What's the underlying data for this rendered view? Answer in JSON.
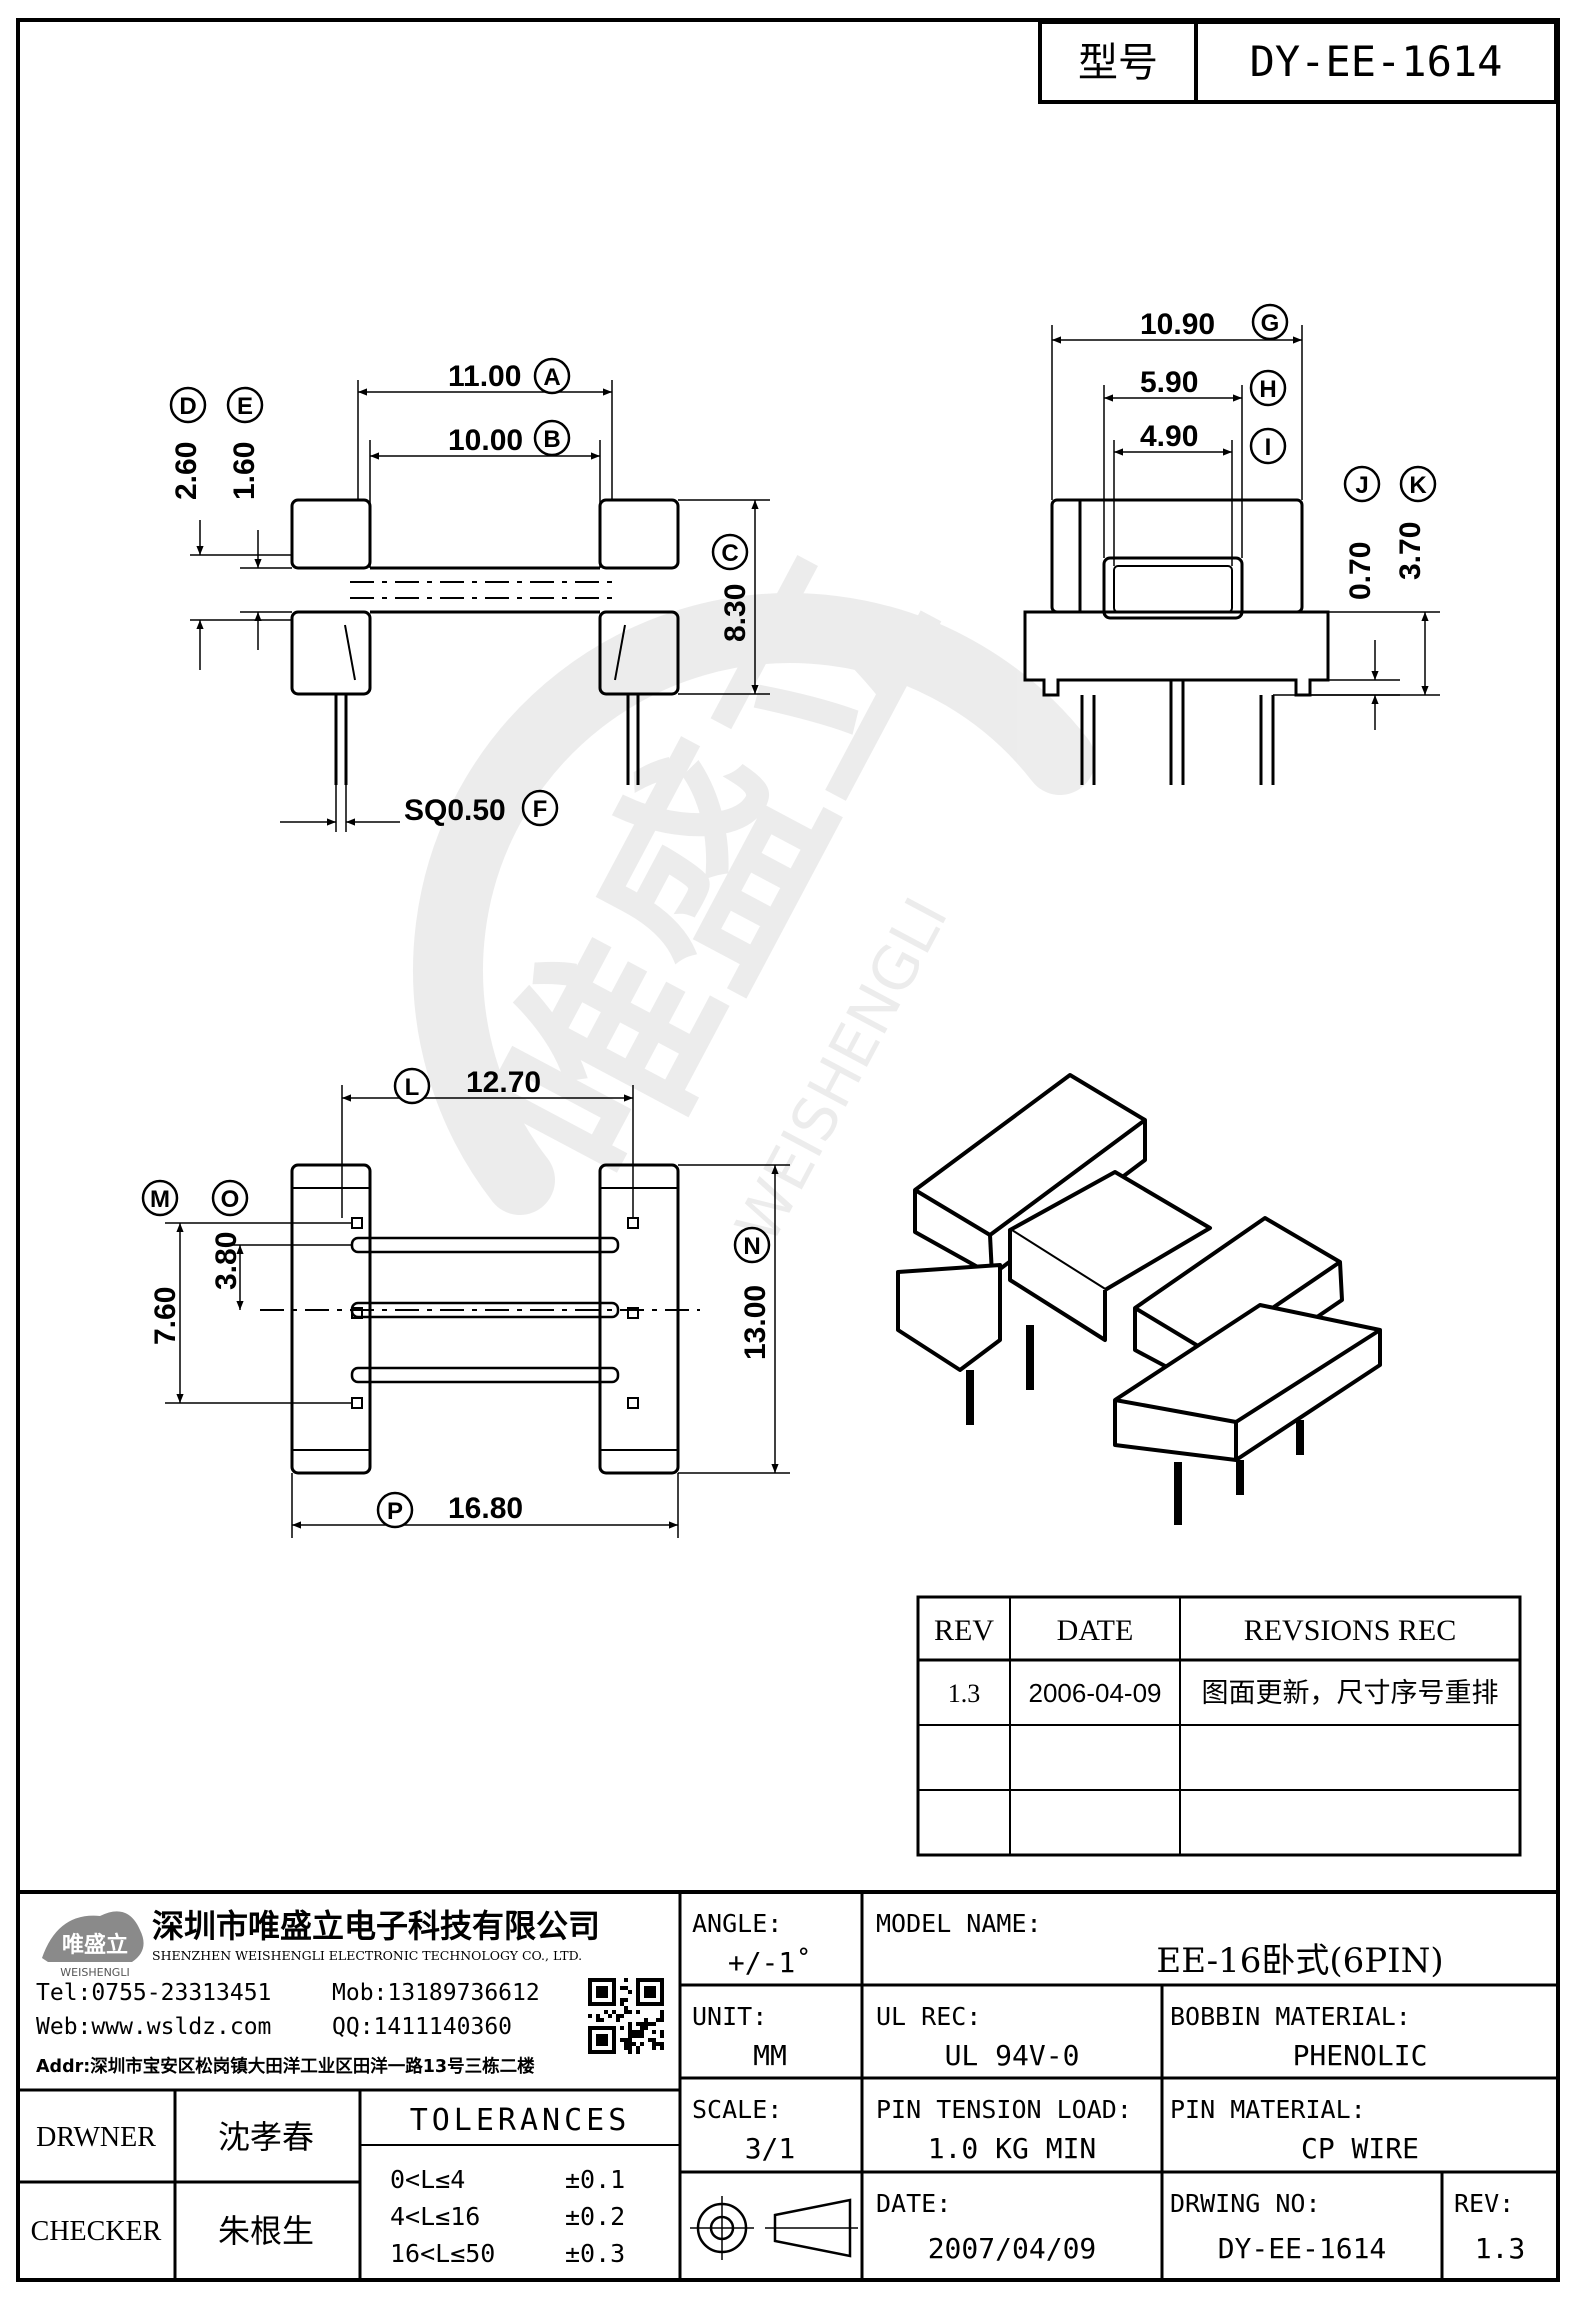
{
  "header": {
    "model_label": "型号",
    "model_value": "DY-EE-1614"
  },
  "dimensions": {
    "a": {
      "value": "11.00",
      "letter": "A"
    },
    "b": {
      "value": "10.00",
      "letter": "B"
    },
    "c": {
      "value": "8.30",
      "letter": "C"
    },
    "d": {
      "value": "2.60",
      "letter": "D"
    },
    "e": {
      "value": "1.60",
      "letter": "E"
    },
    "f": {
      "value": "SQ0.50",
      "letter": "F"
    },
    "g": {
      "value": "10.90",
      "letter": "G"
    },
    "h": {
      "value": "5.90",
      "letter": "H"
    },
    "i": {
      "value": "4.90",
      "letter": "I"
    },
    "j": {
      "value": "0.70",
      "letter": "J"
    },
    "k": {
      "value": "3.70",
      "letter": "K"
    },
    "l": {
      "value": "12.70",
      "letter": "L"
    },
    "m": {
      "value": "7.60",
      "letter": "M"
    },
    "n": {
      "value": "13.00",
      "letter": "N"
    },
    "o": {
      "value": "3.80",
      "letter": "O"
    },
    "p": {
      "value": "16.80",
      "letter": "P"
    }
  },
  "watermark": {
    "chinese": "唯盛立",
    "latin": "WEISHENGLI"
  },
  "revisions": {
    "headers": [
      "REV",
      "DATE",
      "REVSIONS REC"
    ],
    "rows": [
      [
        "1.3",
        "2006-04-09",
        "图面更新，尺寸序号重排"
      ],
      [
        "",
        "",
        ""
      ],
      [
        "",
        "",
        ""
      ]
    ]
  },
  "company": {
    "logo_text": "唯盛立",
    "logo_sub": "WEISHENGLI",
    "name_cn": "深圳市唯盛立电子科技有限公司",
    "name_en": "SHENZHEN WEISHENGLI ELECTRONIC TECHNOLOGY CO., LTD.",
    "tel": "Tel:0755-23313451",
    "mob": "Mob:13189736612",
    "web": "Web:www.wsldz.com",
    "qq": "QQ:1411140360",
    "addr": "Addr:深圳市宝安区松岗镇大田洋工业区田洋一路13号三栋二楼"
  },
  "titleblock": {
    "angle_label": "ANGLE:",
    "angle_value": "+/-1˚",
    "model_name_label": "MODEL NAME:",
    "model_name_value": "EE-16卧式(6PIN)",
    "unit_label": "UNIT:",
    "unit_value": "MM",
    "ul_label": "UL REC:",
    "ul_value": "UL 94V-0",
    "bobbin_label": "BOBBIN MATERIAL:",
    "bobbin_value": "PHENOLIC",
    "scale_label": "SCALE:",
    "scale_value": "3/1",
    "pin_tension_label": "PIN TENSION LOAD:",
    "pin_tension_value": "1.0 KG MIN",
    "pin_material_label": "PIN MATERIAL:",
    "pin_material_value": "CP WIRE",
    "date_label": "DATE:",
    "date_value": "2007/04/09",
    "drawing_no_label": "DRWING NO:",
    "drawing_no_value": "DY-EE-1614",
    "rev_label": "REV:",
    "rev_value": "1.3",
    "drawer_label": "DRWNER",
    "drawer_name": "沈孝春",
    "checker_label": "CHECKER",
    "checker_name": "朱根生",
    "tolerances_title": "TOLERANCES",
    "tolerances": [
      {
        "range": "0<L≤4",
        "value": "±0.1"
      },
      {
        "range": "4<L≤16",
        "value": "±0.2"
      },
      {
        "range": "16<L≤50",
        "value": "±0.3"
      }
    ]
  }
}
